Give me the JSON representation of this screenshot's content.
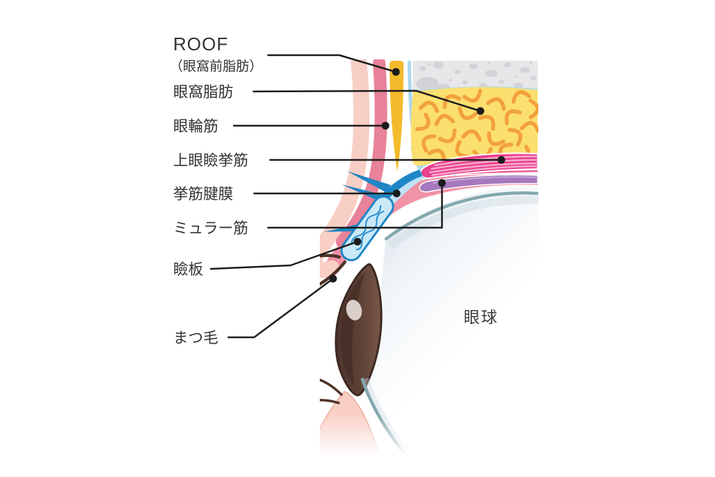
{
  "figure": {
    "kind": "anatomical cross-section diagram of the upper eyelid and eyeball"
  },
  "labels": {
    "roof": {
      "title": "ROOF",
      "subtitle": "（眼窩前脂肪）"
    },
    "orbital_fat": "眼窩脂肪",
    "orbicularis": "眼輪筋",
    "levator": "上眼瞼挙筋",
    "aponeurosis": "挙筋腱膜",
    "muller": "ミュラー筋",
    "tarsus": "瞼板",
    "eyelashes": "まつ毛",
    "eyeball": "眼球"
  },
  "colors": {
    "skin_pink": "#f8cfc5",
    "orbicularis_rose": "#e8819a",
    "roof_gold": "#f3ba2b",
    "septum_blue": "#aad8ec",
    "bone_gray": "#e7e7ea",
    "bone_speckle": "#d3d3d7",
    "fat_yellow": "#fbdf6f",
    "fat_squiggle_orange": "#f2a13c",
    "levator_magenta": "#e93f8d",
    "levator_stripe": "#f7aacb",
    "thin_stripe_pink": "#ec5b96",
    "muller_purple": "#a678bd",
    "conjunctiva_pink": "#f192a6",
    "eyeball_outline_teal": "#83a8ae",
    "aponeurosis_blue": "#1f86c6",
    "tarsus_fill": "#c9e9f8",
    "iris_brown": "#75564a",
    "iris_dark": "#4c332b",
    "eyelash_brown": "#4f3327",
    "lower_lid_pink": "#f9cfc5",
    "label_text": "#333333",
    "leader_line": "#1c1c1c"
  }
}
